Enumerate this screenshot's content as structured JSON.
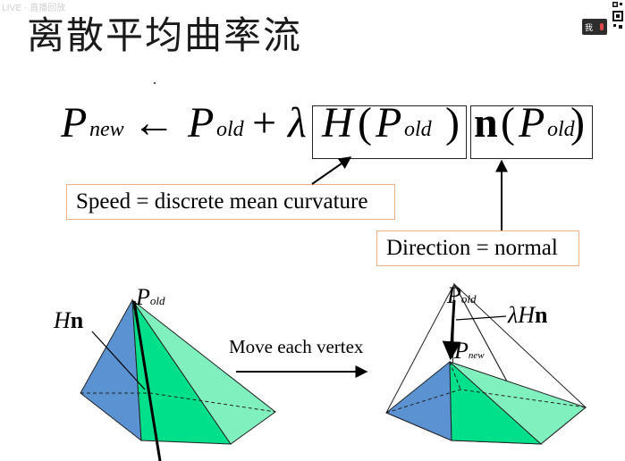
{
  "slide": {
    "watermark": "LIVE · 直播回放",
    "title": "离散平均曲率流",
    "badge_label": "我"
  },
  "formula": {
    "P": "P",
    "new": "new",
    "arrow": "←",
    "old": "old",
    "plus": "+",
    "lambda": "λ",
    "H": "H",
    "lparen": "(",
    "rparen": ")",
    "n": "n"
  },
  "callouts": {
    "speed": "Speed = discrete mean curvature",
    "direction": "Direction = normal"
  },
  "figure": {
    "left_vertex_label": "P",
    "left_vertex_sub": "old",
    "hn_H": "H",
    "hn_n": "n",
    "move_label": "Move each vertex",
    "right_old_label": "P",
    "right_old_sub": "old",
    "right_new_label": "P",
    "right_new_sub": "new",
    "lambda_hn": "λH",
    "lambda_hn_n": "n",
    "colors": {
      "blue_face": "#5b93d2",
      "green_face": "#00e08a",
      "light_green_face": "#80f0bf",
      "callout_border": "#f0b089"
    }
  }
}
